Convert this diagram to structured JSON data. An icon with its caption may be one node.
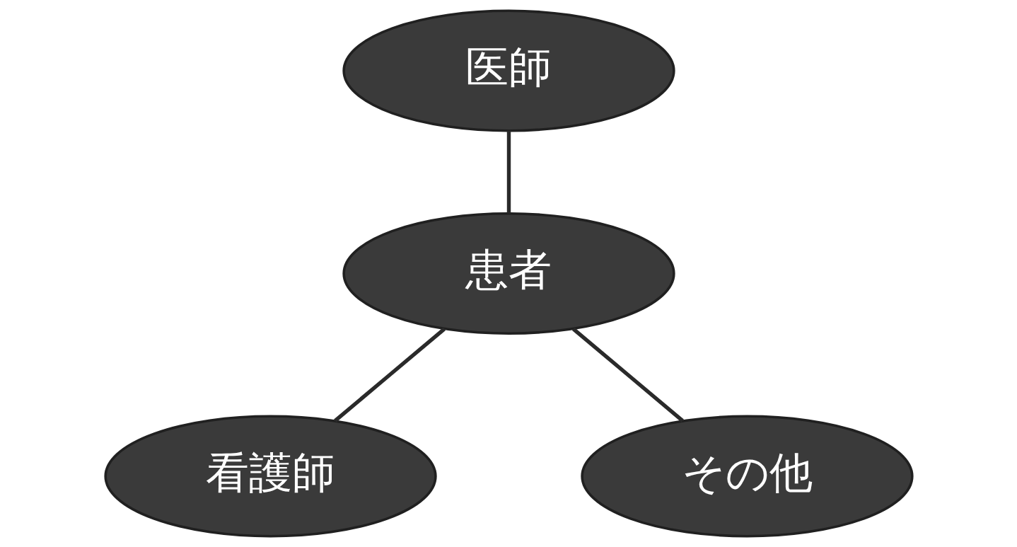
{
  "diagram": {
    "nodes": [
      {
        "text": [
          "医師"
        ]
      },
      {
        "text": [
          "患者"
        ]
      },
      {
        "text": [
          "看護師"
        ]
      },
      {
        "text": [
          "その他"
        ]
      }
    ],
    "edges": [
      {
        "from": 0,
        "to": 1,
        "arrow": "none"
      },
      {
        "from": 1,
        "to": 2,
        "arrow": "none"
      },
      {
        "from": 1,
        "to": 3,
        "arrow": "none"
      }
    ]
  }
}
